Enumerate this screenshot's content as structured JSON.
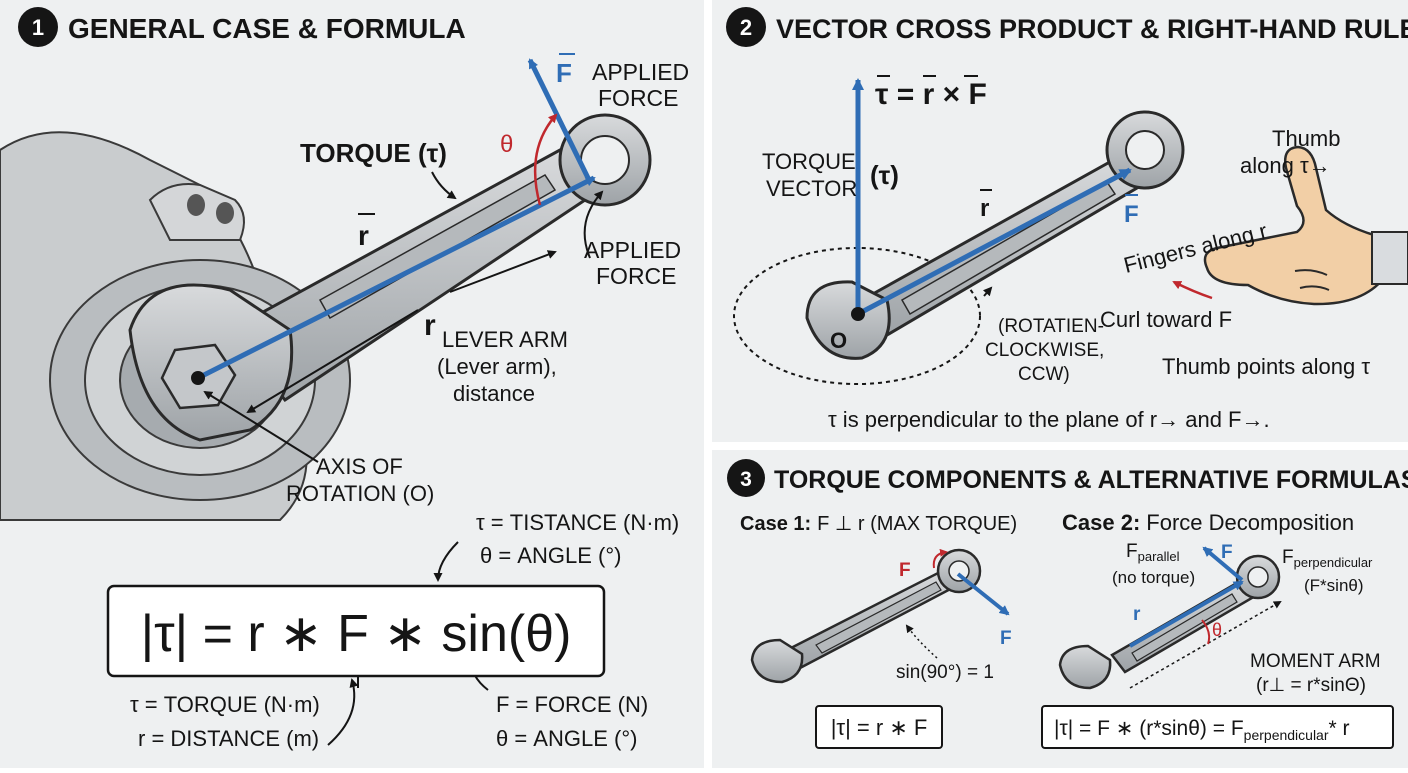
{
  "panel1": {
    "number": "1",
    "title": "GENERAL CASE & FORMULA",
    "force_symbol": "F",
    "applied_force_top": [
      "APPLIED",
      "FORCE"
    ],
    "theta": "θ",
    "torque_label": "TORQUE (τ)",
    "r_vector": "r",
    "applied_force_mid": [
      "APPLIED",
      "FORCE"
    ],
    "r_letter": "r",
    "lever_arm": [
      "LEVER ARM",
      "(Lever arm),",
      "distance"
    ],
    "axis": [
      "AXIS OF",
      "ROTATION (O)"
    ],
    "note_top": [
      "τ = TISTANCE (N·m)",
      "θ = ANGLE (°)"
    ],
    "formula": "|τ| = r ∗ F ∗ sin(θ)",
    "legend_left": [
      "τ = TORQUE (N·m)",
      "r = DISTANCE (m)"
    ],
    "legend_right": [
      "F = FORCE (N)",
      "θ = ANGLE (°)"
    ]
  },
  "panel2": {
    "number": "2",
    "title": "VECTOR CROSS PRODUCT & RIGHT-HAND RULE",
    "equation": "τ = r × F",
    "torque_vector": [
      "TORQUE",
      "VECTOR"
    ],
    "tau_paren": "(τ)",
    "r_vec": "r",
    "f_vec": "F",
    "origin": "O",
    "rotation": [
      "(ROTATIEN-",
      "CLOCKWISE,",
      "CCW)"
    ],
    "thumb_along": [
      "Thumb",
      "along τ→"
    ],
    "fingers_along": "Fingers along r",
    "curl_toward": "Curl toward F",
    "thumb_points": "Thumb points along τ",
    "perpendicular_note": "τ is perpendicular to the plane of r→ and F→."
  },
  "panel3": {
    "number": "3",
    "title": "TORQUE COMPONENTS & ALTERNATIVE FORMULAS",
    "case1_bold": "Case 1:",
    "case1_rest": "F ⊥ r (MAX TORQUE)",
    "case1_f_red": "F",
    "case1_f_blue": "F",
    "case1_sin": "sin(90°) = 1",
    "case1_formula": "|τ| = r ∗ F",
    "case2_bold": "Case 2:",
    "case2_rest": "Force Decomposition",
    "f_parallel": "F",
    "f_parallel_sub": "parallel",
    "no_torque": "(no torque)",
    "f_label": "F",
    "f_perp": "F",
    "f_perp_sub": "perpendicular",
    "f_sin": "(F*sinθ)",
    "r_label": "r",
    "theta": "θ",
    "moment_arm": "MOMENT ARM",
    "moment_formula": "(r⊥ = r*sinΘ)",
    "case2_formula_main": "|τ| = F ∗ (r*sinθ) = F",
    "case2_formula_sub": "perpendicular",
    "case2_formula_end": "* r"
  },
  "colors": {
    "blue": "#2f6db5",
    "red": "#c0282d",
    "panel_bg": "#eef0f1",
    "ink": "#151515"
  }
}
